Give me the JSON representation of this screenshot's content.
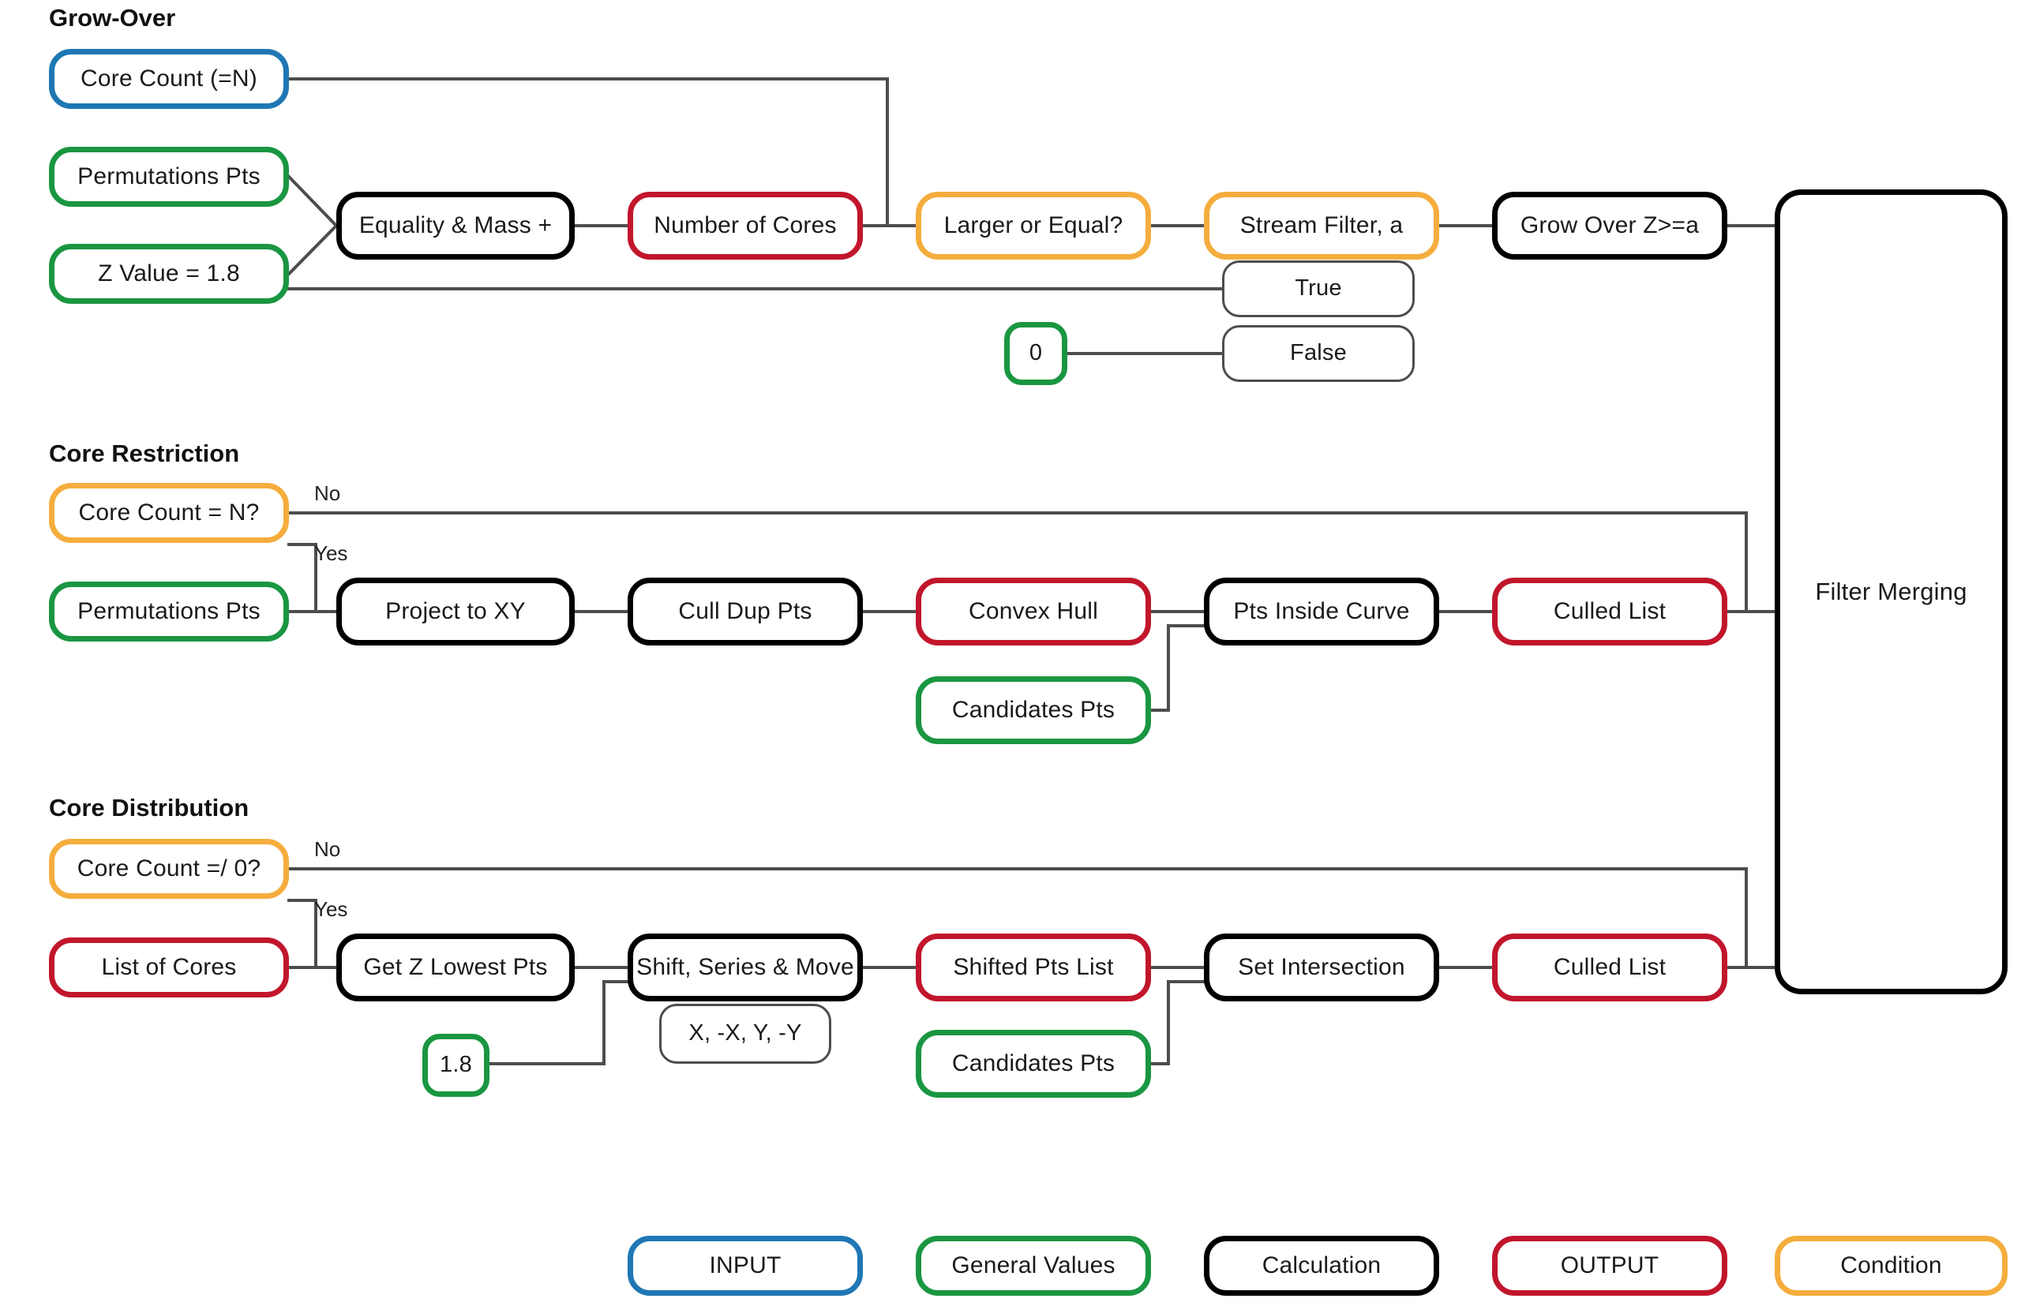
{
  "diagram": {
    "title_hidden": "",
    "sections": [
      {
        "id": "grow-over",
        "label": "Grow-Over"
      },
      {
        "id": "core-restriction",
        "label": "Core Restriction"
      },
      {
        "id": "core-distribution",
        "label": "Core Distribution"
      }
    ],
    "colors": {
      "input": "#1f77b4",
      "general_values": "#1a9641",
      "calculation": "#000000",
      "output": "#c1162c",
      "condition": "#f5ad3d",
      "wire": "#4d4d4d",
      "thin_border": "#4d4d4d",
      "background": "#ffffff",
      "text": "#1a1a1a"
    },
    "grow_over": {
      "core_count": "Core Count (=N)",
      "permutations_pts": "Permutations Pts",
      "z_value": "Z Value = 1.8",
      "equality_mass": "Equality & Mass +",
      "number_of_cores": "Number of Cores",
      "larger_or_equal": "Larger or Equal?",
      "stream_filter": "Stream Filter, a",
      "grow_over": "Grow Over Z>=a",
      "true_label": "True",
      "false_label": "False",
      "zero_value": "0"
    },
    "core_restriction": {
      "core_count_eq_n": "Core Count = N?",
      "no_label": "No",
      "yes_label": "Yes",
      "permutations_pts": "Permutations Pts",
      "project_to_xy": "Project to XY",
      "cull_dup_pts": "Cull Dup Pts",
      "convex_hull": "Convex Hull",
      "candidates_pts": "Candidates Pts",
      "pts_inside_curve": "Pts Inside Curve",
      "culled_list": "Culled List"
    },
    "core_distribution": {
      "core_count_neq_0": "Core Count =/ 0?",
      "no_label": "No",
      "yes_label": "Yes",
      "list_of_cores": "List of Cores",
      "get_z_lowest_pts": "Get Z Lowest Pts",
      "z_const": "1.8",
      "shift_series_move": "Shift, Series & Move",
      "shift_params": "X, -X, Y, -Y",
      "shifted_pts_list": "Shifted Pts List",
      "candidates_pts": "Candidates Pts",
      "set_intersection": "Set Intersection",
      "culled_list": "Culled List"
    },
    "merge": {
      "filter_merging": "Filter Merging"
    },
    "legend": [
      {
        "key": "input",
        "label": "INPUT",
        "color": "#1f77b4"
      },
      {
        "key": "general_values",
        "label": "General Values",
        "color": "#1a9641"
      },
      {
        "key": "calculation",
        "label": "Calculation",
        "color": "#000000"
      },
      {
        "key": "output",
        "label": "OUTPUT",
        "color": "#c1162c"
      },
      {
        "key": "condition",
        "label": "Condition",
        "color": "#f5ad3d"
      }
    ]
  }
}
